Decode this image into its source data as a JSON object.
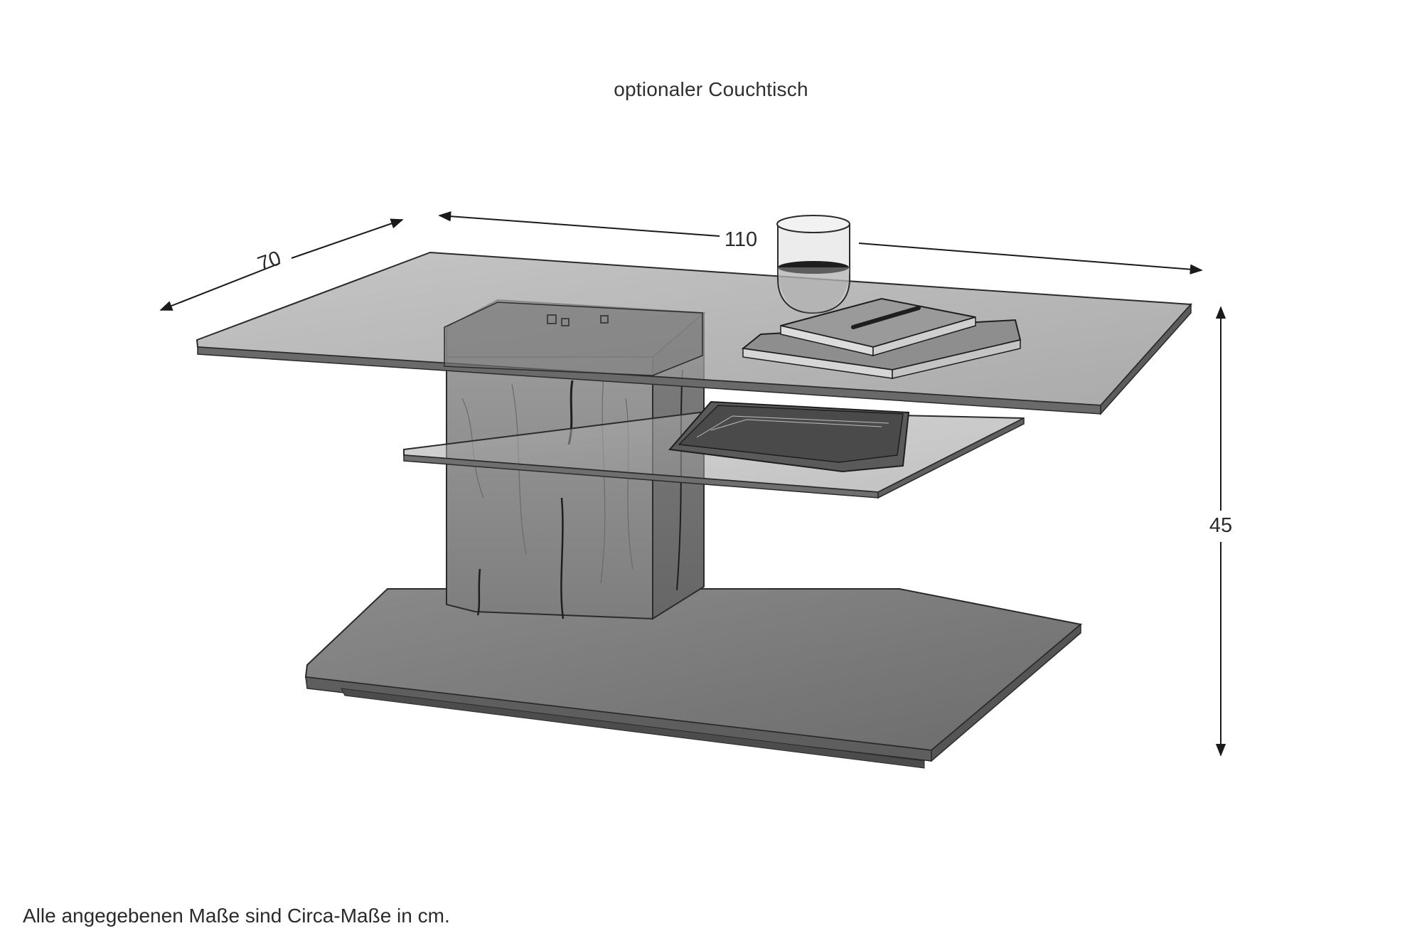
{
  "caption": "optionaler Couchtisch",
  "dimensions": {
    "depth": "70",
    "width": "110",
    "height": "45"
  },
  "footnote": "Alle angegebenen Maße sind Circa-Maße in cm.",
  "colors": {
    "background": "#ffffff",
    "line": "#2b2b2b",
    "glass": "#9a9a9a",
    "wood": "#8a8a8a",
    "base": "#7a7a7a"
  }
}
